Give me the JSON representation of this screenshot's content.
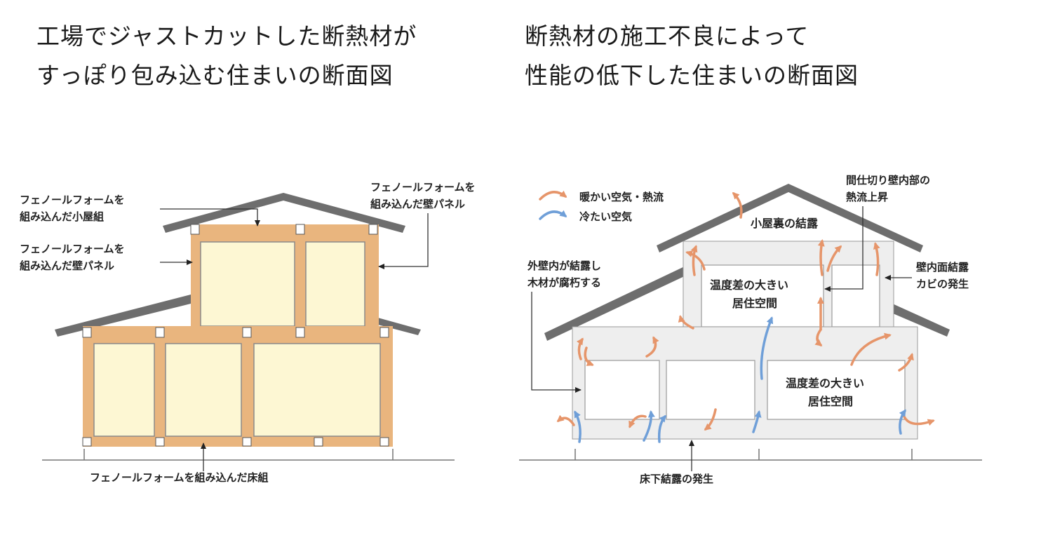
{
  "left": {
    "heading_line1": "工場でジャストカットした断熱材が",
    "heading_line2": "すっぽり包み込む住まいの断面図",
    "label_roof_line1": "フェノールフォームを",
    "label_roof_line2": "組み込んだ小屋組",
    "label_wall_left_line1": "フェノールフォームを",
    "label_wall_left_line2": "組み込んだ壁パネル",
    "label_wall_right_line1": "フェノールフォームを",
    "label_wall_right_line2": "組み込んだ壁パネル",
    "label_floor": "フェノールフォームを組み込んだ床組",
    "colors": {
      "insulation": "#e9b57e",
      "room": "#fdf7d3",
      "roof": "#6e6e6e"
    }
  },
  "right": {
    "heading_line1": "断熱材の施工不良によって",
    "heading_line2": "性能の低下した住まいの断面図",
    "legend_warm": "暖かい空気・熱流",
    "legend_cool": "冷たい空気",
    "label_attic": "小屋裏の結露",
    "label_partition_line1": "間仕切り壁内部の",
    "label_partition_line2": "熱流上昇",
    "label_outer_wall_line1": "外壁内が結露し",
    "label_outer_wall_line2": "木材が腐朽する",
    "label_inner_wall_line1": "壁内面結露",
    "label_inner_wall_line2": "カビの発生",
    "label_upper_room_line1": "温度差の大きい",
    "label_upper_room_line2": "居住空間",
    "label_lower_room_line1": "温度差の大きい",
    "label_lower_room_line2": "居住空間",
    "label_underfloor": "床下結露の発生",
    "colors": {
      "warm_air": "#e6956a",
      "cool_air": "#6f9fd8"
    }
  }
}
